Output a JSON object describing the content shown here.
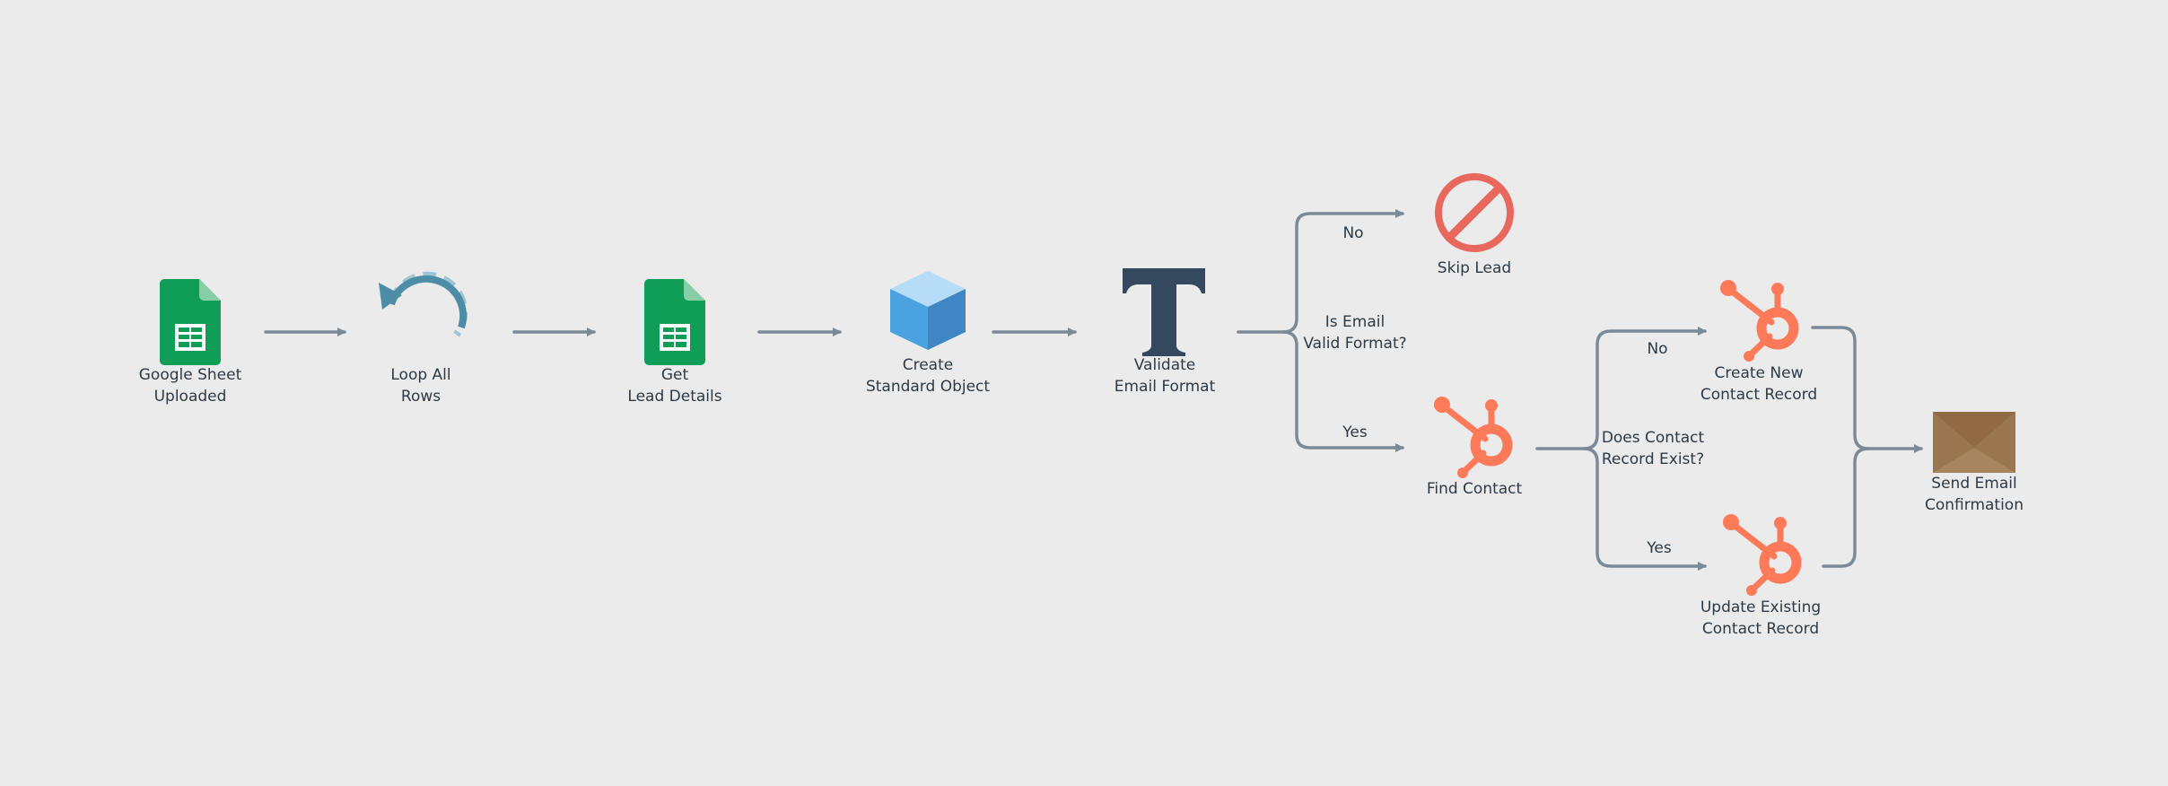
{
  "colors": {
    "background": "#ebebeb",
    "connector": "#7b8a96",
    "sheets_green": "#0f9d58",
    "hubspot_orange": "#ff7a59",
    "skip_red": "#e8685e",
    "loop_blue": "#4d8ea6",
    "cube_blue": "#4aa3e0",
    "text_dark": "#2d3a45",
    "envelope": "#b08b64"
  },
  "nodes": {
    "google_sheet": {
      "icon": "google-sheets-icon",
      "line1": "Google Sheet",
      "line2": "Uploaded"
    },
    "loop_rows": {
      "icon": "loop-icon",
      "line1": "Loop All",
      "line2": "Rows"
    },
    "get_lead": {
      "icon": "google-sheets-icon",
      "line1": "Get",
      "line2": "Lead Details"
    },
    "create_object": {
      "icon": "cube-icon",
      "line1": "Create",
      "line2": "Standard Object"
    },
    "validate_email": {
      "icon": "text-t-icon",
      "line1": "Validate",
      "line2": "Email Format"
    },
    "skip_lead": {
      "icon": "prohibited-icon",
      "line1": "Skip Lead"
    },
    "find_contact": {
      "icon": "hubspot-icon",
      "line1": "Find Contact"
    },
    "create_contact": {
      "icon": "hubspot-icon",
      "line1": "Create New",
      "line2": "Contact Record"
    },
    "update_contact": {
      "icon": "hubspot-icon",
      "line1": "Update Existing",
      "line2": "Contact Record"
    },
    "send_email": {
      "icon": "envelope-icon",
      "line1": "Send Email",
      "line2": "Confirmation"
    }
  },
  "decisions": {
    "email_valid": {
      "line1": "Is Email",
      "line2": "Valid Format?",
      "no": "No",
      "yes": "Yes"
    },
    "contact_exists": {
      "line1": "Does Contact",
      "line2": "Record Exist?",
      "no": "No",
      "yes": "Yes"
    }
  }
}
